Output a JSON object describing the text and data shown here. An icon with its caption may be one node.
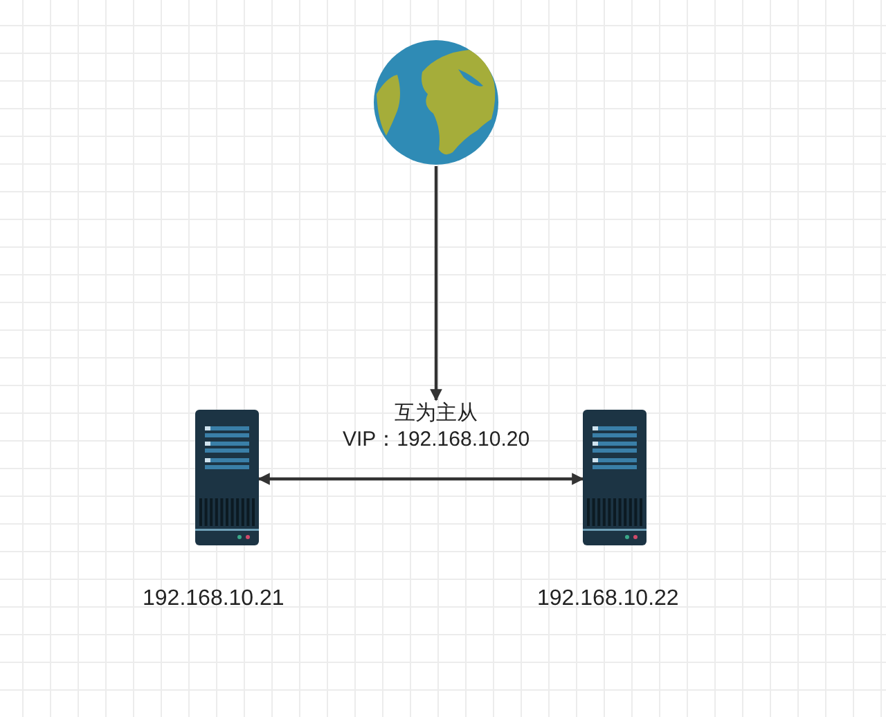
{
  "diagram": {
    "nodes": [
      {
        "text": [],
        "shape": "globe"
      },
      {
        "text": [],
        "shape": "server",
        "beside": [
          "192.168.10.21"
        ]
      },
      {
        "text": [],
        "shape": "server",
        "beside": [
          "192.168.10.22"
        ]
      },
      {
        "text": [
          "互为主从",
          "VIP：192.168.10.20"
        ]
      }
    ],
    "edges": [
      {
        "from": 0,
        "to": 3,
        "arrow": "to"
      },
      {
        "from": 1,
        "to": 2,
        "arrow": "both"
      }
    ]
  }
}
